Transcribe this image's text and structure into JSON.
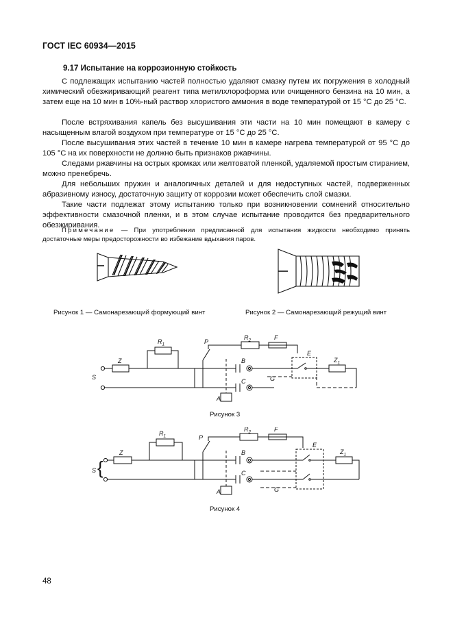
{
  "header": {
    "standard": "ГОСТ IEC 60934—2015"
  },
  "section": {
    "title": "9.17 Испытание на коррозионную стойкость"
  },
  "paragraphs": [
    "С подлежащих испытанию частей полностью удаляют смазку путем их погружения в холодный химический обезжиривающий реагент типа метилхлороформа или очищенного бензина на 10 мин, а затем еще на 10 мин в 10%-ный раствор хлористого аммония в воде температурой от 15 °С до 25 °С.",
    "После встряхивания капель без высушивания эти части на 10 мин помещают в камеру с насыщенным влагой воздухом при температуре от 15 °С до 25 °С.",
    "После высушивания этих частей в течение 10 мин в камере нагрева температурой от 95 °С до 105 °С на их поверхности не должно быть признаков ржавчины.",
    "Следами ржавчины на острых кромках или желтоватой пленкой, удаляемой простым стиранием, можно пренебречь.",
    "Для небольших пружин и аналогичных деталей и для недоступных частей, подверженных абразивному износу, достаточную защиту от коррозии может обеспечить слой смазки.",
    "Такие части подлежат этому испытанию только при возникновении сомнений относительно эффективности смазочной пленки, и в этом случае испытание проводится без предварительного обезжиривания."
  ],
  "note": {
    "label": "Примечание",
    "text": " — При употреблении предписанной для испытания жидкости необходимо принять достаточные меры предосторожности во избежание вдыхания паров."
  },
  "figures": {
    "fig1_caption": "Рисунок 1 — Самонарезающий формующий винт",
    "fig2_caption": "Рисунок 2 — Самонарезающий режущий винт",
    "fig3_caption": "Рисунок 3",
    "fig4_caption": "Рисунок 4"
  },
  "circuit_labels": {
    "r1": "R",
    "r1_sub": "1",
    "r2": "R",
    "r2_sub": "2",
    "z1": "Z",
    "z1_sub": "1",
    "z": "Z",
    "f": "F",
    "p": "P",
    "e": "E",
    "b": "B",
    "c": "C",
    "g": "G",
    "a": "A",
    "s": "S",
    "brace": "{"
  },
  "page_number": "48"
}
